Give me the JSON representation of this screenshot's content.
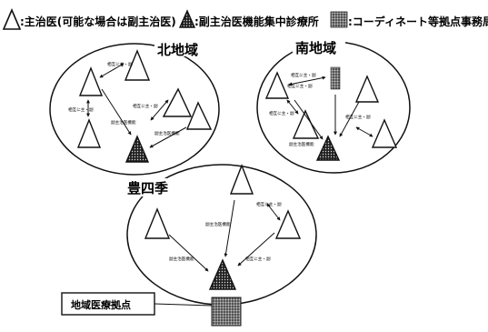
{
  "legend": {
    "primary_doctor": ":主治医(可能な場合は副主治医)",
    "hub_clinic": ":副主治医機能集中診療所",
    "coordinator_office": ":コーディネート等拠点事務局"
  },
  "regions": {
    "north": {
      "name": "北地域"
    },
    "south": {
      "name": "南地域"
    },
    "toyoshiki": {
      "name": "豊四季"
    }
  },
  "arrow_labels": {
    "mutual_cover": "相互に主・副",
    "sub_primary_function": "副主治医機能"
  },
  "bottom": {
    "regional_hub": "地域医療拠点"
  },
  "colors": {
    "ink": "#111111",
    "paper": "#ffffff"
  }
}
